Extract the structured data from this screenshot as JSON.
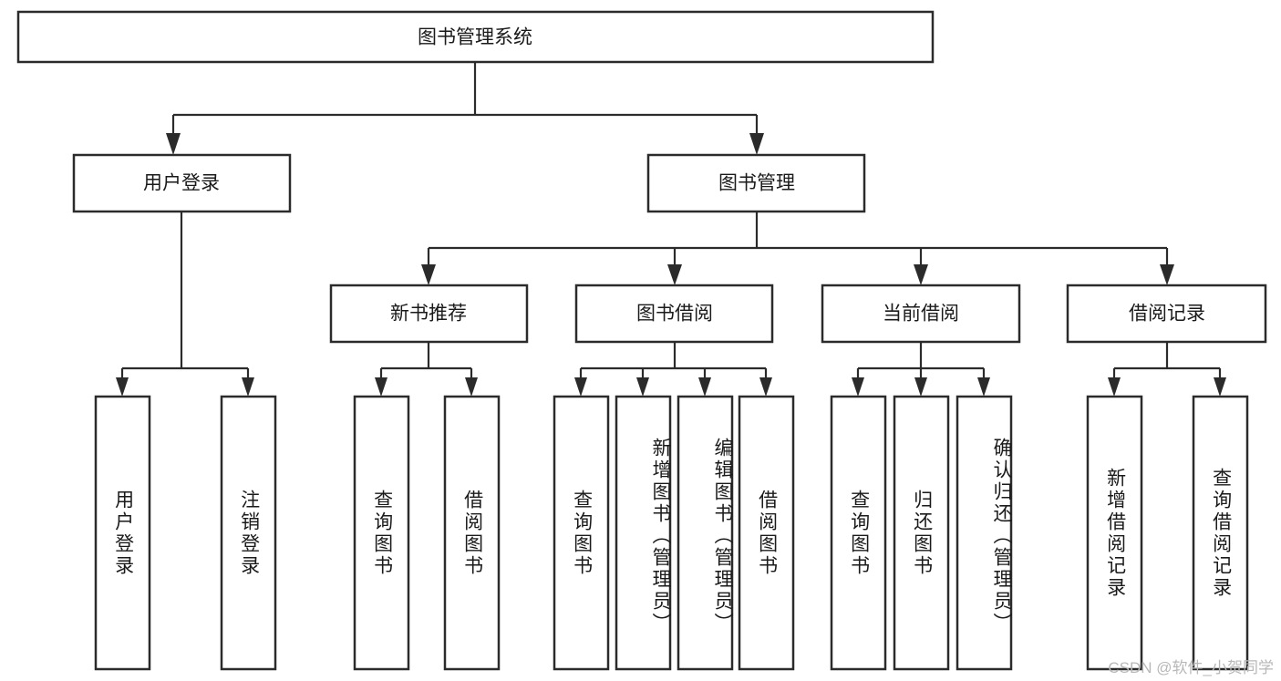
{
  "diagram": {
    "title": "图书管理系统",
    "type": "tree-hierarchy-chart",
    "watermark": "CSDN @软件_小贺同学",
    "colors": {
      "box_stroke": "#2b2b2b",
      "box_fill": "#ffffff",
      "text": "#1a1a1a",
      "connector": "#2b2b2b",
      "watermark": "#b8b8b8",
      "background": "#ffffff"
    },
    "root": {
      "label": "图书管理系统"
    },
    "level2": [
      {
        "label": "用户登录"
      },
      {
        "label": "图书管理"
      }
    ],
    "level3": [
      {
        "label": "新书推荐"
      },
      {
        "label": "图书借阅"
      },
      {
        "label": "当前借阅"
      },
      {
        "label": "借阅记录"
      }
    ],
    "leaves": {
      "user_login": [
        {
          "label": "用户登录",
          "align": "centered"
        },
        {
          "label": "注销登录",
          "align": "centered"
        }
      ],
      "new_book_recommend": [
        {
          "label": "查询图书",
          "align": "centered"
        },
        {
          "label": "借阅图书",
          "align": "centered"
        }
      ],
      "book_borrow": [
        {
          "label": "查询图书",
          "align": "centered"
        },
        {
          "label": "新增图书（管理员）",
          "align": "topped"
        },
        {
          "label": "编辑图书（管理员）",
          "align": "topped"
        },
        {
          "label": "借阅图书",
          "align": "centered"
        }
      ],
      "current_borrow": [
        {
          "label": "查询图书",
          "align": "centered"
        },
        {
          "label": "归还图书",
          "align": "centered"
        },
        {
          "label": "确认归还（管理员）",
          "align": "topped"
        }
      ],
      "borrow_record": [
        {
          "label": "新增借阅记录",
          "align": "centered"
        },
        {
          "label": "查询借阅记录",
          "align": "centered"
        }
      ]
    }
  }
}
